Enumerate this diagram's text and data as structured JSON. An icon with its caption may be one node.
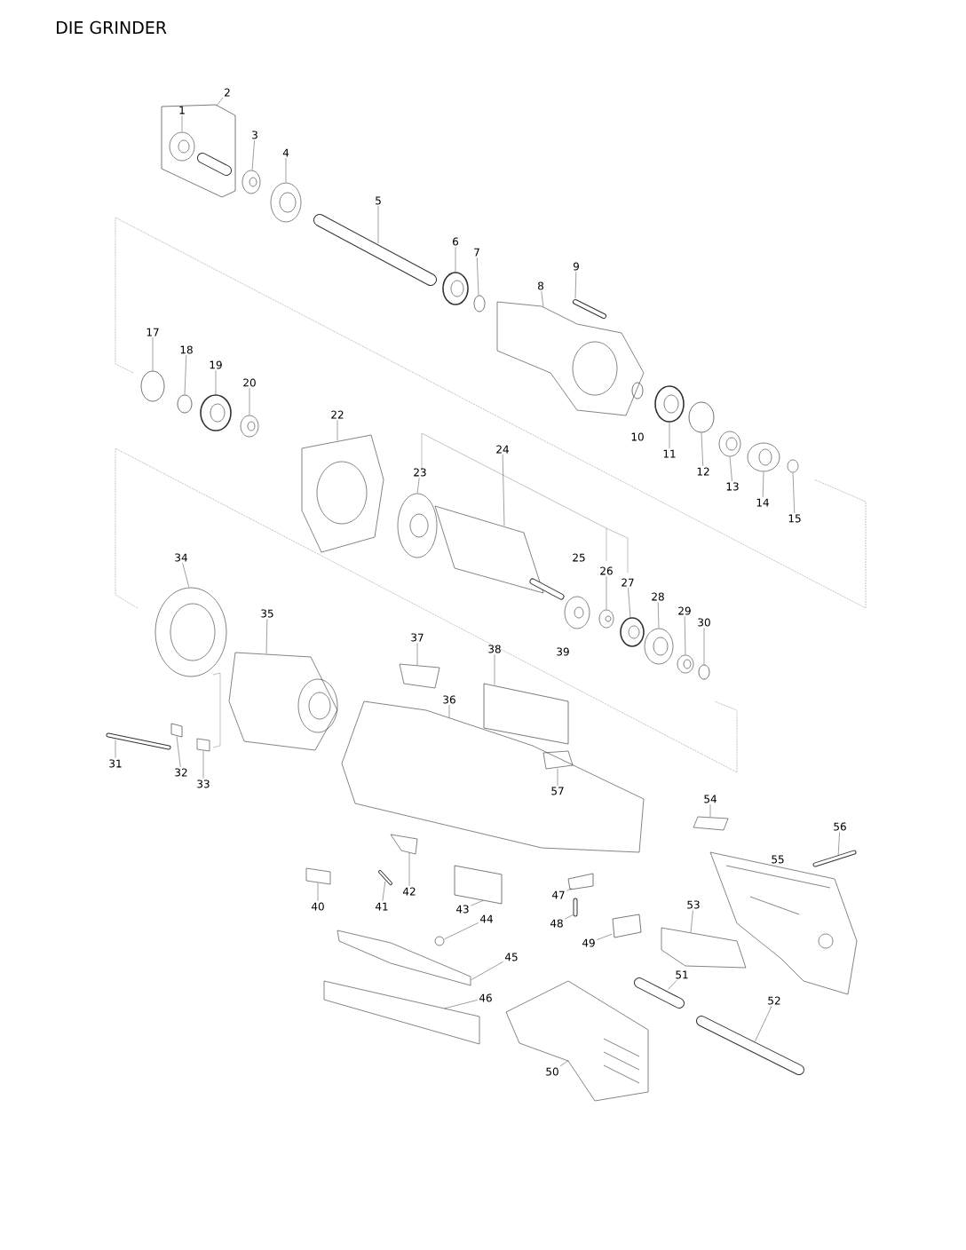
{
  "diagram": {
    "title": "DIE GRINDER",
    "nodes": [
      {
        "text": [],
        "shape": "box"
      },
      {
        "text": [
          "1"
        ],
        "in": 0
      },
      {
        "text": [
          "2"
        ]
      },
      {
        "text": [
          "3"
        ]
      },
      {
        "text": [
          "4"
        ]
      },
      {
        "text": [
          "5"
        ]
      },
      {
        "text": [
          "6"
        ]
      },
      {
        "text": [
          "7"
        ]
      },
      {
        "text": [
          "8"
        ]
      },
      {
        "text": [
          "9"
        ]
      },
      {
        "text": [
          "11"
        ]
      },
      {
        "text": [
          "12"
        ]
      },
      {
        "text": [
          "13"
        ]
      },
      {
        "text": [
          "14"
        ]
      },
      {
        "text": [
          "15"
        ]
      },
      {
        "text": [
          "17"
        ]
      },
      {
        "text": [
          "18"
        ]
      },
      {
        "text": [
          "19"
        ]
      },
      {
        "text": [
          "20"
        ]
      },
      {
        "text": [
          "22"
        ]
      },
      {
        "text": [
          "23"
        ]
      },
      {
        "text": [
          "24"
        ]
      },
      {
        "text": [
          "26"
        ]
      },
      {
        "text": [
          "27"
        ]
      },
      {
        "text": [
          "28"
        ]
      },
      {
        "text": [
          "29"
        ]
      },
      {
        "text": [
          "30"
        ]
      },
      {
        "text": [
          "31"
        ]
      },
      {
        "text": [
          "32"
        ]
      },
      {
        "text": [
          "33"
        ]
      },
      {
        "text": [
          "34"
        ]
      },
      {
        "text": [
          "35"
        ]
      },
      {
        "text": [
          "36"
        ]
      },
      {
        "text": [
          "37"
        ]
      },
      {
        "text": [
          "38"
        ]
      },
      {
        "text": [
          "40"
        ]
      },
      {
        "text": [
          "41"
        ]
      },
      {
        "text": [
          "42"
        ]
      },
      {
        "text": [
          "43"
        ]
      },
      {
        "text": [
          "44"
        ]
      },
      {
        "text": [
          "45"
        ]
      },
      {
        "text": [
          "46"
        ]
      },
      {
        "text": [
          "47"
        ]
      },
      {
        "text": [
          "48"
        ]
      },
      {
        "text": [
          "49"
        ]
      },
      {
        "text": [
          "50"
        ]
      },
      {
        "text": [
          "51"
        ]
      },
      {
        "text": [
          "52"
        ]
      },
      {
        "text": [
          "53"
        ]
      },
      {
        "text": [
          "54"
        ]
      },
      {
        "text": [
          "56"
        ]
      },
      {
        "text": [
          "57"
        ],
        "in": 82
      },
      {
        "text": [],
        "shape": "picture",
        "in": 0
      },
      {
        "text": [],
        "shape": "picture"
      },
      {
        "text": [],
        "shape": "picture"
      },
      {
        "text": [],
        "shape": "picture"
      },
      {
        "text": [],
        "shape": "picture"
      },
      {
        "text": [],
        "shape": "circle"
      },
      {
        "text": [],
        "shape": "picture"
      },
      {
        "text": [],
        "shape": "picture"
      },
      {
        "text": [],
        "shape": "picture"
      },
      {
        "text": [],
        "shape": "circle"
      },
      {
        "text": [],
        "shape": "picture"
      },
      {
        "text": [],
        "shape": "picture"
      },
      {
        "text": [],
        "shape": "picture"
      },
      {
        "text": [],
        "shape": "circle"
      },
      {
        "text": [],
        "shape": "circle"
      },
      {
        "text": [],
        "shape": "picture"
      },
      {
        "text": [],
        "shape": "picture"
      },
      {
        "text": [],
        "shape": "picture"
      },
      {
        "text": [],
        "shape": "picture"
      },
      {
        "text": [],
        "shape": "picture"
      },
      {
        "text": [],
        "shape": "picture"
      },
      {
        "text": [],
        "shape": "picture"
      },
      {
        "text": [],
        "shape": "picture"
      },
      {
        "text": [],
        "shape": "picture"
      },
      {
        "text": [],
        "shape": "circle"
      },
      {
        "text": [],
        "shape": "picture"
      },
      {
        "text": [],
        "shape": "box"
      },
      {
        "text": [],
        "shape": "picture"
      },
      {
        "text": [],
        "shape": "picture"
      },
      {
        "text": [],
        "shape": "picture"
      },
      {
        "text": [],
        "shape": "picture"
      },
      {
        "text": [],
        "shape": "picture"
      },
      {
        "text": [],
        "shape": "box"
      },
      {
        "text": [],
        "shape": "picture"
      },
      {
        "text": [],
        "shape": "picture"
      },
      {
        "text": [],
        "shape": "picture"
      },
      {
        "text": [],
        "shape": "box"
      },
      {
        "text": [],
        "shape": "picture"
      },
      {
        "text": [],
        "shape": "picture"
      },
      {
        "text": [],
        "shape": "picture"
      },
      {
        "text": [],
        "shape": "box"
      },
      {
        "text": [],
        "shape": "picture"
      },
      {
        "text": [],
        "shape": "box"
      },
      {
        "text": [],
        "shape": "picture"
      },
      {
        "text": [],
        "shape": "picture"
      },
      {
        "text": [],
        "shape": "picture"
      },
      {
        "text": [],
        "shape": "picture"
      },
      {
        "text": [],
        "shape": "picture"
      },
      {
        "text": [],
        "shape": "picture"
      },
      {
        "text": [],
        "shape": "picture",
        "in": 82
      },
      {
        "text": [],
        "shape": "picture",
        "in": 0
      },
      {
        "text": [],
        "shape": "circle"
      },
      {
        "text": [],
        "shape": "picture"
      },
      {
        "text": [],
        "shape": "picture"
      }
    ],
    "edges": [
      {
        "from": 1,
        "to": 52,
        "arrow": "none"
      },
      {
        "from": 2,
        "to": 0,
        "arrow": "none"
      },
      {
        "from": 3,
        "to": 53,
        "arrow": "none"
      },
      {
        "from": 4,
        "to": 54,
        "arrow": "none"
      },
      {
        "from": 5,
        "to": 55,
        "arrow": "none"
      },
      {
        "from": 6,
        "to": 56,
        "arrow": "none"
      },
      {
        "from": 7,
        "to": 57,
        "arrow": "none"
      },
      {
        "from": 8,
        "to": 58,
        "arrow": "none"
      },
      {
        "from": 9,
        "to": 59,
        "arrow": "none"
      },
      {
        "from": 10,
        "to": 60,
        "arrow": "none"
      },
      {
        "from": 11,
        "to": 61,
        "arrow": "none"
      },
      {
        "from": 12,
        "to": 62,
        "arrow": "none"
      },
      {
        "from": 13,
        "to": 63,
        "arrow": "none"
      },
      {
        "from": 14,
        "to": 64,
        "arrow": "none"
      },
      {
        "from": 15,
        "to": 65,
        "arrow": "none"
      },
      {
        "from": 16,
        "to": 66,
        "arrow": "none"
      },
      {
        "from": 17,
        "to": 67,
        "arrow": "none"
      },
      {
        "from": 18,
        "to": 68,
        "arrow": "none"
      },
      {
        "from": 19,
        "to": 69,
        "arrow": "none"
      },
      {
        "from": 20,
        "to": 70,
        "arrow": "none"
      },
      {
        "from": 21,
        "to": 71,
        "arrow": "none"
      },
      {
        "from": 22,
        "to": 72,
        "arrow": "none"
      },
      {
        "from": 23,
        "to": 73,
        "arrow": "none"
      },
      {
        "from": 24,
        "to": 74,
        "arrow": "none"
      },
      {
        "from": 25,
        "to": 75,
        "arrow": "none"
      },
      {
        "from": 26,
        "to": 76,
        "arrow": "none"
      },
      {
        "from": 27,
        "to": 77,
        "arrow": "none"
      },
      {
        "from": 28,
        "to": 78,
        "arrow": "none"
      },
      {
        "from": 29,
        "to": 79,
        "arrow": "none"
      },
      {
        "from": 30,
        "to": 80,
        "arrow": "none"
      },
      {
        "from": 31,
        "to": 81,
        "arrow": "none"
      },
      {
        "from": 32,
        "to": 82,
        "arrow": "none"
      },
      {
        "from": 33,
        "to": 83,
        "arrow": "none"
      },
      {
        "from": 34,
        "to": 84,
        "arrow": "none"
      },
      {
        "from": 35,
        "to": 85,
        "arrow": "none"
      },
      {
        "from": 36,
        "to": 86,
        "arrow": "none"
      },
      {
        "from": 37,
        "to": 87,
        "arrow": "none"
      },
      {
        "from": 38,
        "to": 88,
        "arrow": "none"
      },
      {
        "from": 39,
        "to": 89,
        "arrow": "none"
      },
      {
        "from": 40,
        "to": 90,
        "arrow": "none"
      },
      {
        "from": 41,
        "to": 91,
        "arrow": "none"
      },
      {
        "from": 42,
        "to": 92,
        "arrow": "none"
      },
      {
        "from": 43,
        "to": 93,
        "arrow": "none"
      },
      {
        "from": 44,
        "to": 94,
        "arrow": "none"
      },
      {
        "from": 45,
        "to": 95,
        "arrow": "none"
      },
      {
        "from": 46,
        "to": 96,
        "arrow": "none"
      },
      {
        "from": 47,
        "to": 97,
        "arrow": "none"
      },
      {
        "from": 48,
        "to": 98,
        "arrow": "none"
      },
      {
        "from": 49,
        "to": 99,
        "arrow": "none"
      },
      {
        "from": 50,
        "to": 100,
        "arrow": "none"
      },
      {
        "from": 51,
        "to": 101,
        "arrow": "none"
      }
    ],
    "labels": [
      "10",
      "25",
      "39",
      "55"
    ]
  }
}
